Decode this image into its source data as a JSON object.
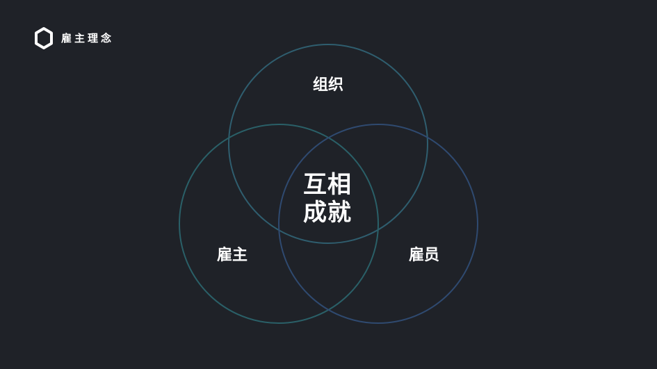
{
  "header": {
    "title": "雇主理念",
    "logo_icon": "hexagon-icon"
  },
  "diagram": {
    "type": "venn",
    "sets": [
      {
        "label": "组织",
        "color": "#2f5e6f"
      },
      {
        "label": "雇主",
        "color": "#2a6068"
      },
      {
        "label": "雇员",
        "color": "#2f4a70"
      }
    ],
    "intersection": [
      "互相",
      "成就"
    ]
  },
  "colors": {
    "background": "#1f2228",
    "text": "#ffffff"
  }
}
